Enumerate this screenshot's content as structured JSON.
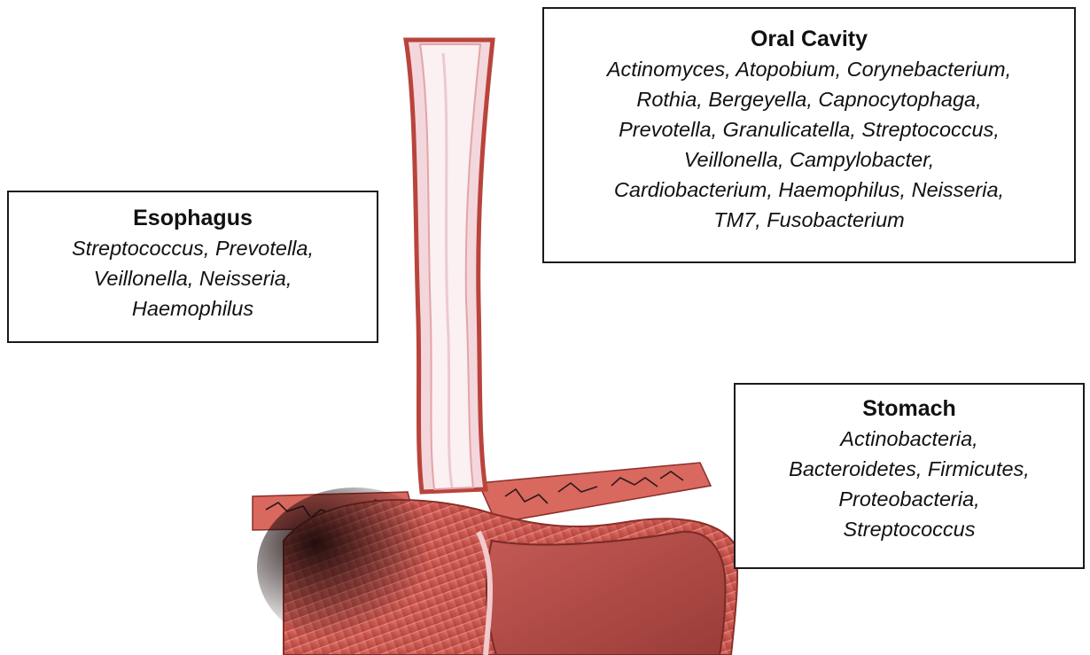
{
  "illustration": {
    "subject": "esophagus-and-stomach-anatomy",
    "colors": {
      "muscle": "#d9685f",
      "muscle_dark": "#b9443c",
      "mucosa": "#f3d7dc",
      "lumen": "#fbf0f2",
      "diaphragm_crack": "#2a1a1a"
    }
  },
  "regions": {
    "oral_cavity": {
      "title": "Oral Cavity",
      "lines": [
        "Actinomyces, Atopobium, Corynebacterium,",
        "Rothia, Bergeyella, Capnocytophaga,",
        "Prevotella, Granulicatella, Streptococcus,",
        "Veillonella, Campylobacter,",
        "Cardiobacterium, Haemophilus, Neisseria,",
        "TM7, Fusobacterium"
      ]
    },
    "esophagus": {
      "title": "Esophagus",
      "lines": [
        "Streptococcus, Prevotella,",
        "Veillonella, Neisseria,",
        "Haemophilus"
      ]
    },
    "stomach": {
      "title": "Stomach",
      "lines": [
        "Actinobacteria,",
        "Bacteroidetes, Firmicutes,",
        "Proteobacteria,",
        "Streptococcus"
      ]
    }
  }
}
